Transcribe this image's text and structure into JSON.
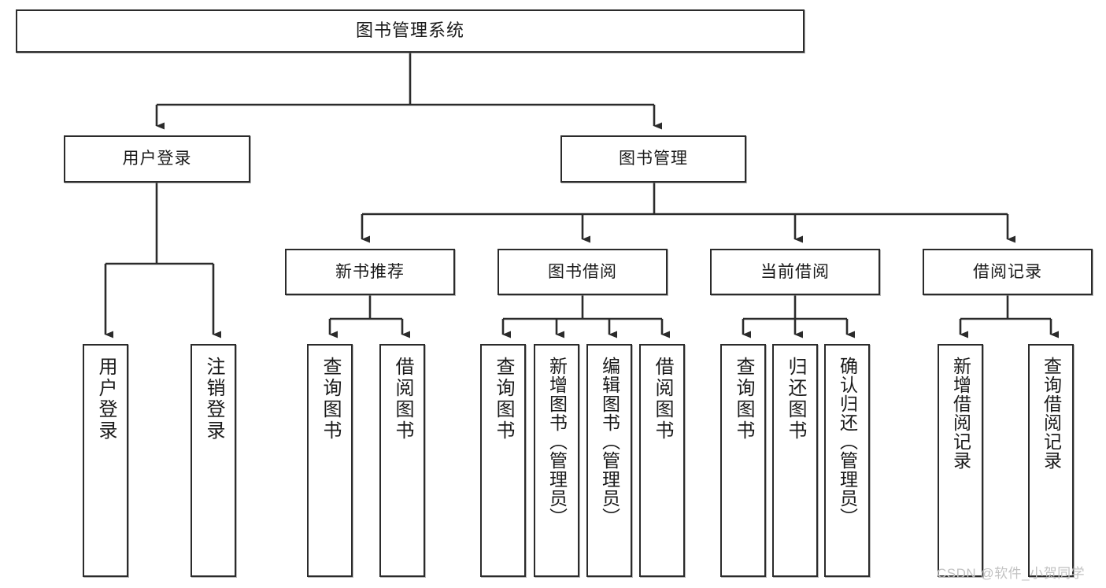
{
  "diagram": {
    "title": "图书管理系统",
    "type": "hierarchy-tree",
    "levels": 4,
    "colors": {
      "stroke": "#2b2b2b",
      "fill": "#ffffff",
      "background": "#ffffff",
      "watermark": "#c2c2c2"
    },
    "root": {
      "label": "图书管理系统"
    },
    "level2": [
      {
        "label": "用户登录"
      },
      {
        "label": "图书管理"
      }
    ],
    "level3": [
      {
        "label": "新书推荐"
      },
      {
        "label": "图书借阅"
      },
      {
        "label": "当前借阅"
      },
      {
        "label": "借阅记录"
      }
    ],
    "leaves": {
      "user_login": [
        {
          "label": "用户登录"
        },
        {
          "label": "注销登录"
        }
      ],
      "new_book_recommend": [
        {
          "label": "查询图书"
        },
        {
          "label": "借阅图书"
        }
      ],
      "book_borrow": [
        {
          "label": "查询图书"
        },
        {
          "label": "新增图书（管理员）"
        },
        {
          "label": "编辑图书（管理员）"
        },
        {
          "label": "借阅图书"
        }
      ],
      "current_borrow": [
        {
          "label": "查询图书"
        },
        {
          "label": "归还图书"
        },
        {
          "label": "确认归还（管理员）"
        }
      ],
      "borrow_record": [
        {
          "label": "新增借阅记录"
        },
        {
          "label": "查询借阅记录"
        }
      ]
    }
  },
  "watermark": {
    "text": "CSDN @软件_小贺同学"
  }
}
